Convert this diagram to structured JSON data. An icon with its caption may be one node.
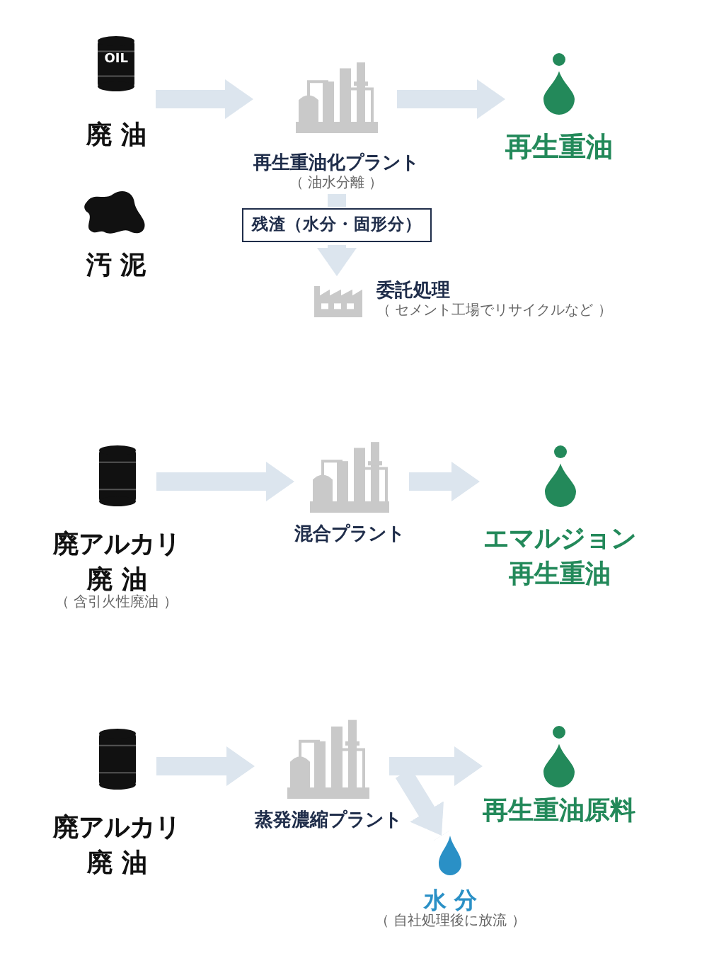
{
  "diagram": {
    "nodes": [
      {
        "text": [
          "OIL",
          "廃 油"
        ]
      },
      {
        "text": [
          "汚 泥"
        ]
      },
      {
        "text": [
          "再生重油化プラント"
        ],
        "beside": [
          "（ 油水分離 ）"
        ]
      },
      {
        "text": [
          "再生重油"
        ]
      },
      {
        "text": [
          "残渣（水分・固形分）"
        ]
      },
      {
        "text": [
          "委託処理"
        ],
        "beside": [
          "（ セメント工場でリサイクルなど ）"
        ]
      },
      {
        "text": [
          "廃アルカリ廃 油"
        ]
      },
      {
        "text": [
          "混合プラント"
        ]
      },
      {
        "text": [
          "エマルジョン再生重油"
        ]
      },
      {
        "text": [
          "廃アルカリ廃 油"
        ]
      },
      {
        "text": [
          "蒸発濃縮プラント"
        ]
      },
      {
        "text": [
          "再生重油原料"
        ]
      },
      {
        "text": [
          "水 分"
        ],
        "beside": [
          "（ 自社処理後に放流 ）"
        ]
      }
    ],
    "edges": [
      {
        "from": 0,
        "to": 2,
        "arrow": "to"
      },
      {
        "from": 2,
        "to": 3,
        "arrow": "to"
      },
      {
        "from": 2,
        "to": 4,
        "arrow": "none"
      },
      {
        "from": 4,
        "to": 5,
        "arrow": "to"
      },
      {
        "from": 6,
        "to": 7,
        "arrow": "to"
      },
      {
        "from": 7,
        "to": 8,
        "arrow": "to"
      },
      {
        "from": 9,
        "to": 10,
        "arrow": "to"
      },
      {
        "from": 10,
        "to": 11,
        "arrow": "to"
      },
      {
        "from": 10,
        "to": 12,
        "arrow": "to"
      }
    ],
    "labels": [
      "（ 含引火性廃油 ）"
    ]
  }
}
